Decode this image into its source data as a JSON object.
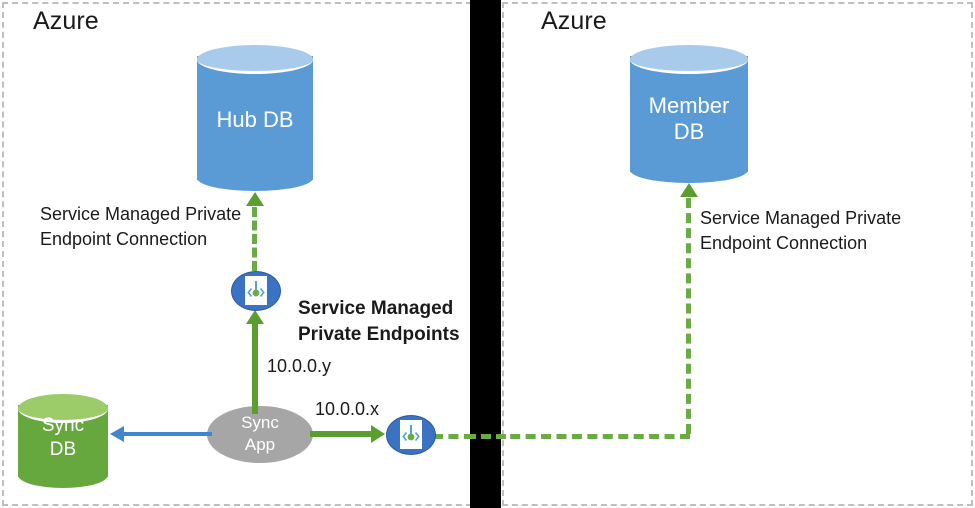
{
  "diagram": {
    "title_left": "Azure",
    "title_right": "Azure",
    "nodes": {
      "hub_db": "Hub DB",
      "member_db_line1": "Member",
      "member_db_line2": "DB",
      "sync_db_line1": "Sync",
      "sync_db_line2": "DB",
      "sync_app_line1": "Sync",
      "sync_app_line2": "App"
    },
    "labels": {
      "left_connection_line1": "Service Managed Private",
      "left_connection_line2": "Endpoint Connection",
      "right_connection_line1": "Service Managed Private",
      "right_connection_line2": "Endpoint Connection",
      "endpoints_title_line1": "Service Managed",
      "endpoints_title_line2": "Private Endpoints",
      "ip_hub": "10.0.0.y",
      "ip_member": "10.0.0.x"
    },
    "icons": {
      "private_endpoint": "private-link-icon"
    },
    "colors": {
      "db_blue": "#5b9bd5",
      "db_blue_top": "#a9cbeb",
      "db_green": "#66a83d",
      "db_green_top": "#9ccb6a",
      "app_gray": "#a6a6a6",
      "endpoint_blue": "#3b73c4",
      "arrow_green": "#5a9e2f",
      "arrow_blue": "#3f85cf",
      "divider_black": "#000000",
      "panel_border": "#bfbfbf"
    }
  }
}
